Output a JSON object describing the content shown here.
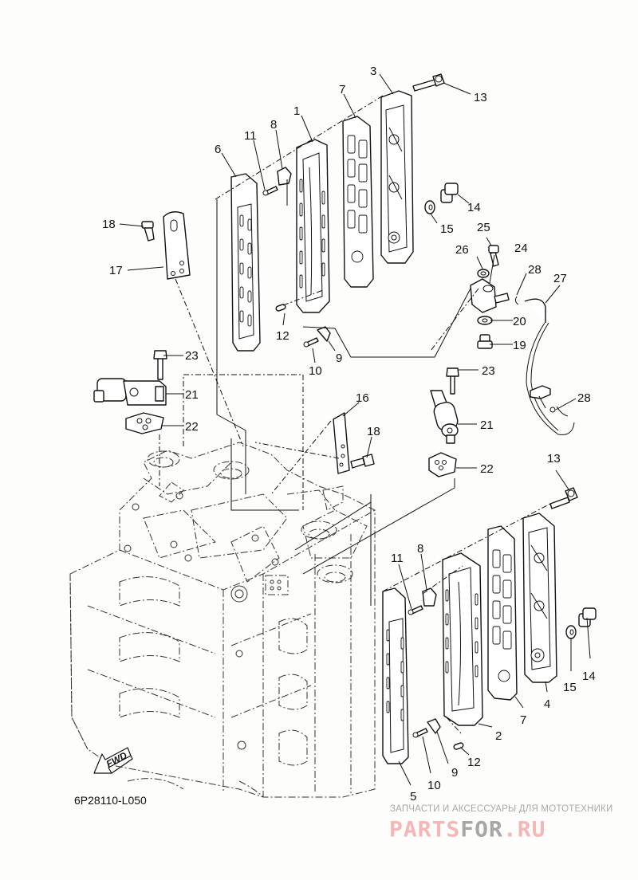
{
  "diagram": {
    "part_code": "6P28110-L050",
    "direction_label": "FWD",
    "callouts": [
      {
        "id": "c3a",
        "label": "3"
      },
      {
        "id": "c13a",
        "label": "13"
      },
      {
        "id": "c7a",
        "label": "7"
      },
      {
        "id": "c1",
        "label": "1"
      },
      {
        "id": "c8a",
        "label": "8"
      },
      {
        "id": "c11a",
        "label": "11"
      },
      {
        "id": "c6",
        "label": "6"
      },
      {
        "id": "c14a",
        "label": "14"
      },
      {
        "id": "c15a",
        "label": "15"
      },
      {
        "id": "c25",
        "label": "25"
      },
      {
        "id": "c26",
        "label": "26"
      },
      {
        "id": "c24",
        "label": "24"
      },
      {
        "id": "c28a",
        "label": "28"
      },
      {
        "id": "c27",
        "label": "27"
      },
      {
        "id": "c20",
        "label": "20"
      },
      {
        "id": "c19",
        "label": "19"
      },
      {
        "id": "c18a",
        "label": "18"
      },
      {
        "id": "c17",
        "label": "17"
      },
      {
        "id": "c12a",
        "label": "12"
      },
      {
        "id": "c9a",
        "label": "9"
      },
      {
        "id": "c10a",
        "label": "10"
      },
      {
        "id": "c23a",
        "label": "23"
      },
      {
        "id": "c21a",
        "label": "21"
      },
      {
        "id": "c22a",
        "label": "22"
      },
      {
        "id": "c16",
        "label": "16"
      },
      {
        "id": "c18b",
        "label": "18"
      },
      {
        "id": "c23b",
        "label": "23"
      },
      {
        "id": "c21b",
        "label": "21"
      },
      {
        "id": "c22b",
        "label": "22"
      },
      {
        "id": "c28b",
        "label": "28"
      },
      {
        "id": "c13b",
        "label": "13"
      },
      {
        "id": "c11b",
        "label": "11"
      },
      {
        "id": "c8b",
        "label": "8"
      },
      {
        "id": "c14b",
        "label": "14"
      },
      {
        "id": "c15b",
        "label": "15"
      },
      {
        "id": "c4",
        "label": "4"
      },
      {
        "id": "c7b",
        "label": "7"
      },
      {
        "id": "c2",
        "label": "2"
      },
      {
        "id": "c12b",
        "label": "12"
      },
      {
        "id": "c9b",
        "label": "9"
      },
      {
        "id": "c10b",
        "label": "10"
      },
      {
        "id": "c5",
        "label": "5"
      }
    ]
  },
  "watermark": {
    "tagline": "ЗАПЧАСТИ И АКСЕССУАРЫ ДЛЯ МОТОТЕХНИКИ",
    "logo_part1": "PARTS",
    "logo_part2": "FOR",
    "logo_part3": ".RU",
    "colors": {
      "pink": "#f6b6b8",
      "gray": "#a6a6a6"
    }
  }
}
